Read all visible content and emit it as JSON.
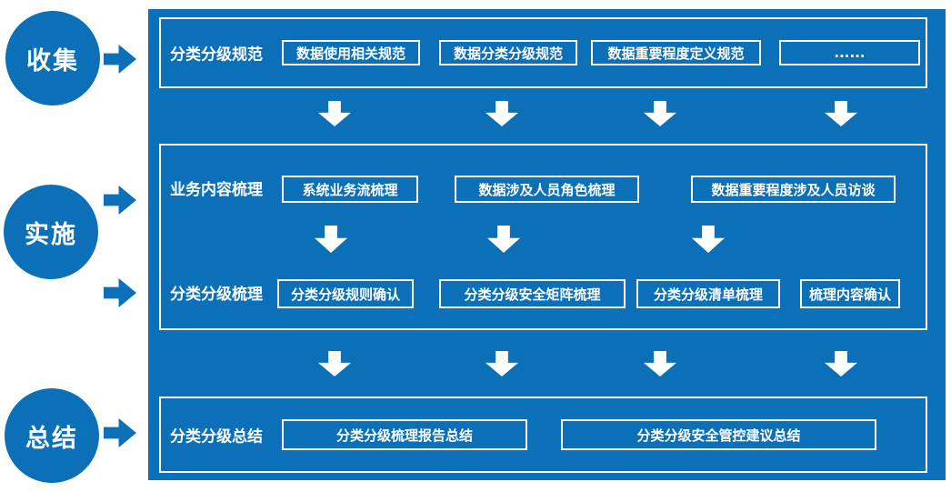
{
  "colors": {
    "primary_blue": "#0c70b8",
    "text_on_blue": "#ffffff"
  },
  "stages": [
    {
      "label": "收集"
    },
    {
      "label": "实施"
    },
    {
      "label": "总结"
    }
  ],
  "panel": {
    "sections": [
      {
        "rows": [
          {
            "label": "分类分级规范",
            "boxes": [
              "数据使用相关规范",
              "数据分类分级规范",
              "数据重要程度定义规范",
              "......"
            ]
          }
        ]
      },
      {
        "rows": [
          {
            "label": "业务内容梳理",
            "boxes": [
              "系统业务流梳理",
              "数据涉及人员角色梳理",
              "数据重要程度涉及人员访谈"
            ]
          },
          {
            "label": "分类分级梳理",
            "boxes": [
              "分类分级规则确认",
              "分类分级安全矩阵梳理",
              "分类分级清单梳理",
              "梳理内容确认"
            ]
          }
        ]
      },
      {
        "rows": [
          {
            "label": "分类分级总结",
            "boxes": [
              "分类分级梳理报告总结",
              "分类分级安全管控建议总结"
            ]
          }
        ]
      }
    ]
  }
}
